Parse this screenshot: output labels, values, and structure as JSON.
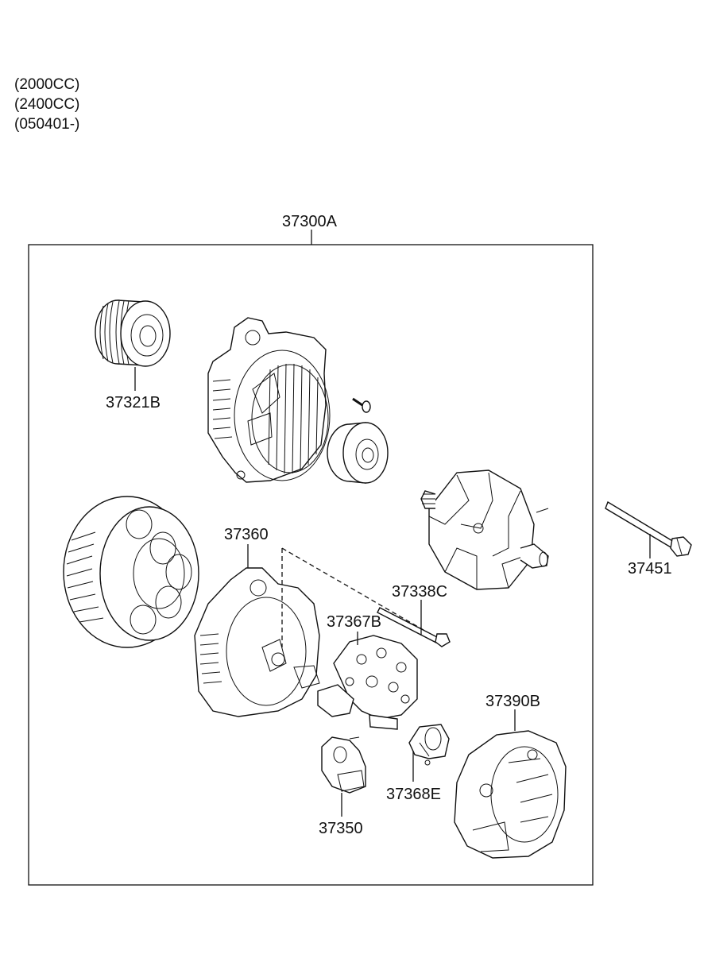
{
  "notes": [
    "(2000CC)",
    "(2400CC)",
    "(050401-)"
  ],
  "labels": {
    "assembly": "37300A",
    "pulley": "37321B",
    "stator": "37360",
    "through_bolt": "37338C",
    "rectifier": "37367B",
    "rear_cover": "37390B",
    "brush_holder": "37368E",
    "regulator": "37350",
    "mount_bolt": "37451"
  },
  "icons": {
    "pulley": "pulley-icon",
    "front_housing": "front-housing-icon",
    "bearing": "bearing-icon",
    "rotor": "rotor-icon",
    "stator_winding": "stator-winding-icon",
    "rear_housing": "rear-housing-icon",
    "rectifier": "rectifier-icon",
    "regulator": "regulator-icon",
    "brush_holder": "brush-holder-icon",
    "rear_cover": "rear-cover-icon",
    "bolts": "bolt-icon"
  }
}
